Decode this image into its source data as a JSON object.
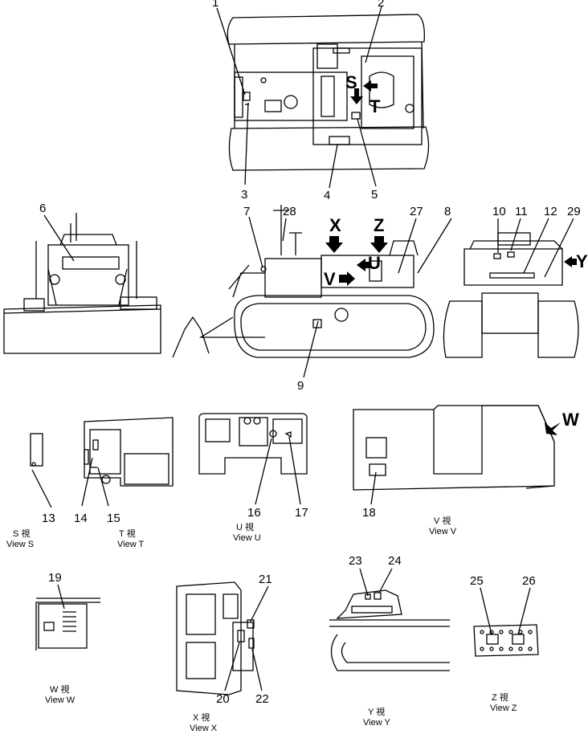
{
  "callouts": [
    "1",
    "2",
    "3",
    "4",
    "5",
    "6",
    "7",
    "28",
    "X",
    "Z",
    "27",
    "8",
    "10",
    "11",
    "12",
    "29",
    "V",
    "U",
    "Y",
    "9",
    "13",
    "14",
    "15",
    "16",
    "17",
    "18",
    "W",
    "19",
    "21",
    "23",
    "24",
    "25",
    "26",
    "20",
    "22",
    "S",
    "T"
  ],
  "views": {
    "s": {
      "cjk": "S 視",
      "en": "View S"
    },
    "t": {
      "cjk": "T 視",
      "en": "View T"
    },
    "u": {
      "cjk": "U 視",
      "en": "View U"
    },
    "v": {
      "cjk": "V 視",
      "en": "View V"
    },
    "w": {
      "cjk": "W 視",
      "en": "View W"
    },
    "x": {
      "cjk": "X 視",
      "en": "View X"
    },
    "y": {
      "cjk": "Y 視",
      "en": "View Y"
    },
    "z": {
      "cjk": "Z 視",
      "en": "View Z"
    }
  }
}
